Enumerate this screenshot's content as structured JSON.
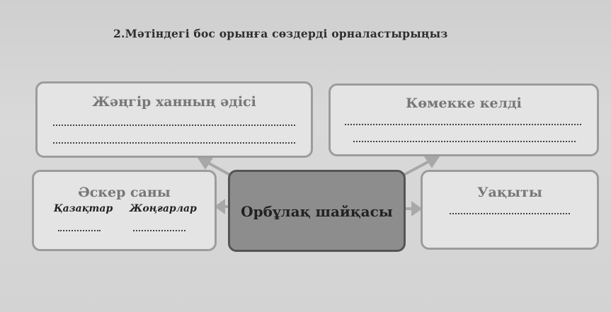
{
  "title": "2.Мәтіндегі бос орынға  сөздерді орналастырыңыз",
  "boxes": {
    "method": {
      "heading": "Жәңгір ханның әдісі"
    },
    "help": {
      "heading": "Көмекке келді"
    },
    "army": {
      "heading": "Әскер саны",
      "col1": "Қазақтар",
      "col2": "Жоңғарлар"
    },
    "center": {
      "heading": "Орбұлақ шайқасы"
    },
    "time": {
      "heading": "Уақыты"
    }
  }
}
